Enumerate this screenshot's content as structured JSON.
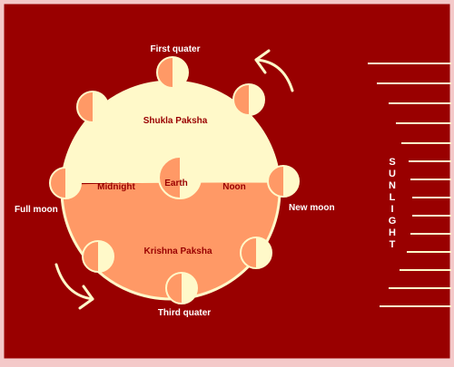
{
  "diagram": {
    "labels": {
      "first_quarter": "First quater",
      "third_quarter": "Third quater",
      "full_moon": "Full moon",
      "new_moon": "New moon",
      "shukla_paksha": "Shukla Paksha",
      "krishna_paksha": "Krishna Paksha",
      "earth": "Earth",
      "midnight": "Midnight",
      "noon": "Noon"
    },
    "sunlight_letters": [
      "S",
      "U",
      "N",
      "L",
      "I",
      "G",
      "H",
      "T"
    ],
    "colors": {
      "background": "#990000",
      "border": "#f4c9c9",
      "upper_half": "#fff9c9",
      "lower_half": "#ff9966",
      "moon_light": "#fff9c9",
      "moon_dark": "#ff9966",
      "text_dark": "#990000",
      "text_light": "#ffffff"
    }
  }
}
